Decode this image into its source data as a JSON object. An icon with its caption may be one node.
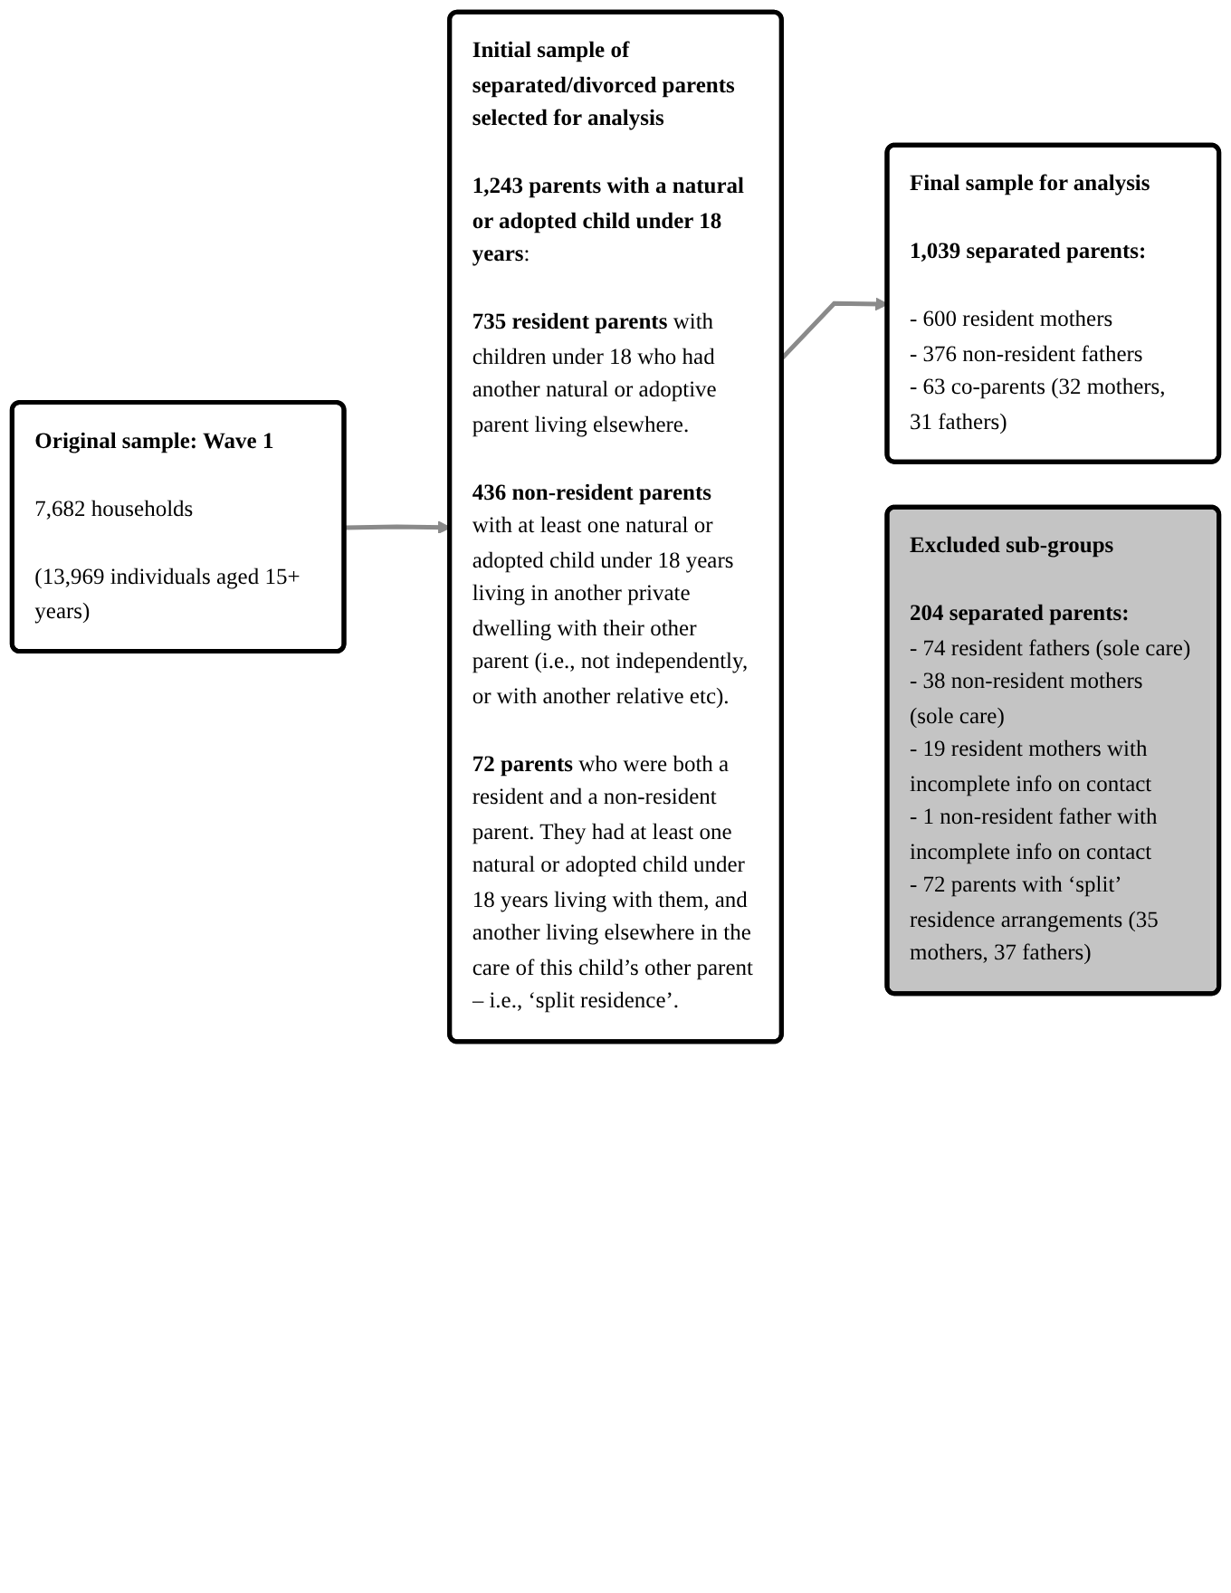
{
  "diagram": {
    "nodes": [
      {
        "text": [
          "Original sample: Wave 1",
          "7,682 households",
          "(13,969 individuals aged 15+ years)"
        ]
      },
      {
        "text": [
          "Initial sample of separated/divorced parents selected for analysis",
          "**1,243 parents with a natural or adopted child under 18 years**:",
          "**735 resident parents** with children under 18 who had another natural or adoptive parent living elsewhere.",
          "**436 non-resident parents** with at least one natural or adopted child under 18 years living in another private dwelling with their other parent (i.e., not independently, or with another relative etc).",
          "**72 parents** who were both a resident and a non-resident parent. They had at least one natural or adopted child under 18 years living with them, and another living elsewhere in the care of this child’s other parent – i.e., ‘split residence’."
        ]
      },
      {
        "text": [
          "Final sample for analysis",
          "1,039 separated parents:",
          "- 600 resident mothers",
          "- 376 non-resident fathers",
          "- 63 co-parents (32 mothers, 31 fathers)"
        ]
      },
      {
        "text": [
          "Excluded sub-groups",
          "204 separated parents:",
          "- 74 resident fathers (sole care)",
          "- 38 non-resident mothers (sole care)",
          "- 19 resident mothers with incomplete info on contact",
          "- 1 non-resident father with incomplete info on contact",
          "- 72 parents with ‘split’ residence arrangements (35 mothers, 37 fathers)"
        ]
      }
    ],
    "edges": [
      {
        "from": 0,
        "to": 1,
        "arrow": "to"
      },
      {
        "from": 1,
        "to": 2,
        "arrow": "to"
      }
    ]
  }
}
